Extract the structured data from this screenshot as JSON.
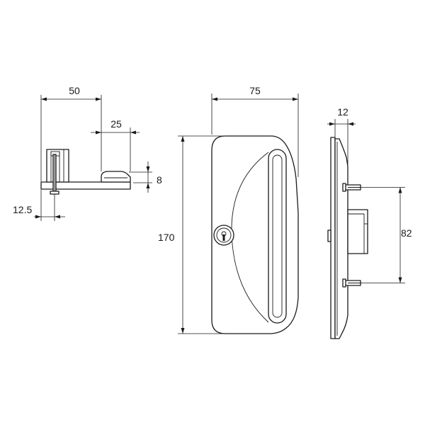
{
  "drawing": {
    "views": {
      "side_view": {
        "dimensions": {
          "overall_length": "50",
          "foot_length": "25",
          "foot_height": "8",
          "base_offset": "12.5"
        }
      },
      "front_view": {
        "dimensions": {
          "width": "75",
          "height": "170"
        }
      },
      "edge_view": {
        "dimensions": {
          "depth": "12",
          "fixing_centres": "82"
        }
      }
    },
    "line_color": "#1a1a1a",
    "background_color": "#ffffff"
  }
}
